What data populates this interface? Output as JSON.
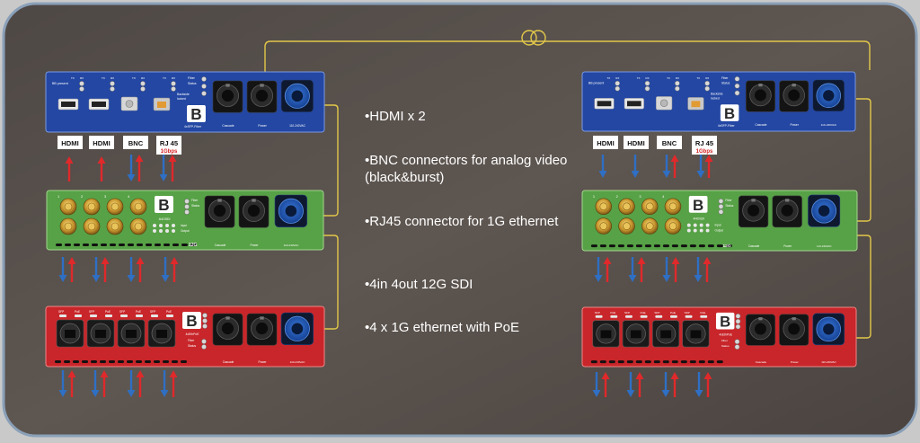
{
  "devices": [
    {
      "id": "hdmi",
      "model_left": "4xSFP-Fiber",
      "model_right": "4xSFP-Fiber",
      "label_bb_present": "BB present",
      "label_tx": "TX",
      "label_rx": "RX",
      "label_fiber": "Fiber",
      "label_status": "Status",
      "label_backside": "Backside",
      "label_locked": "locked",
      "label_cascade": "Cascade",
      "label_power": "Power",
      "label_power_rating": "110-240VAC"
    },
    {
      "id": "sdi",
      "model": "4i4OSDI",
      "label_fiber": "Fiber",
      "label_status": "Status",
      "label_input": "Input",
      "label_output": "Output",
      "label_12g": "12G",
      "label_cascade": "Cascade",
      "label_power": "Power",
      "label_power_rating": "110-240VAC"
    },
    {
      "id": "eth",
      "model": "4xEthPoE",
      "label_sfp": "SFP",
      "label_poe": "PoE",
      "label_fiber": "Fiber",
      "label_status": "Status",
      "label_cascade": "Cascade",
      "label_power": "Power",
      "label_power_rating": "110-240VAC"
    }
  ],
  "connector_labels": [
    {
      "text": "HDMI"
    },
    {
      "text": "HDMI"
    },
    {
      "text": "BNC"
    },
    {
      "text": "RJ 45",
      "sub": "1Gbps"
    }
  ],
  "port_numbers": [
    "1",
    "2",
    "3",
    "4"
  ],
  "bullets": [
    "HDMI x 2",
    "BNC connectors for analog video (black&burst)",
    "RJ45 connector for 1G ethernet",
    "4in 4out 12G SDI",
    "4 x 1G ethernet with PoE"
  ],
  "colors": {
    "background": "#57504b",
    "frame": "#8aa0b8",
    "fiber_line": "#e2c84a",
    "hdmi_panel": "#2347a3",
    "sdi_panel": "#57a146",
    "eth_panel": "#c8262a",
    "arrow_down": "#2f6fc4",
    "arrow_up": "#e0292b"
  }
}
